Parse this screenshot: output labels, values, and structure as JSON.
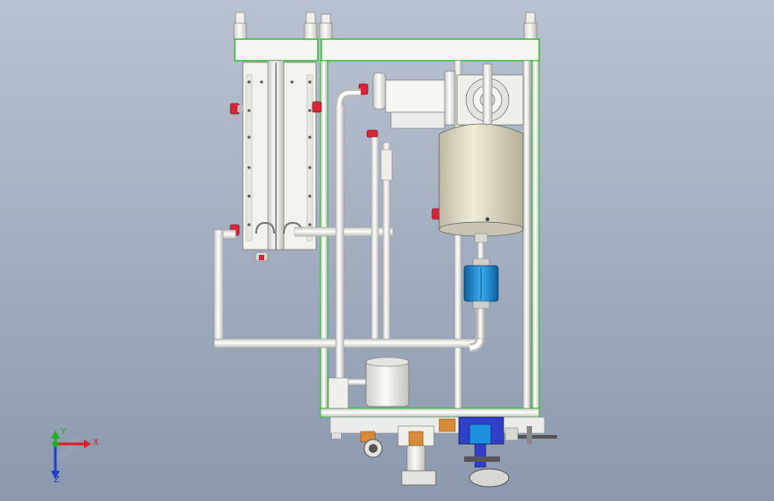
{
  "viewport": {
    "background_top": "#b9c2d0",
    "background_bottom": "#8b98ad",
    "selection_color": "#22c022"
  },
  "model": {
    "frame_color": "#f4f4f0",
    "tank_color": "#e6e3cf",
    "pipe_color": "#f2f2ee",
    "valve_red": "#d8253a",
    "filter_blue": "#1e8fd8",
    "pump_blue": "#3040c8",
    "fitting_orange": "#d88a3a"
  },
  "triad": {
    "x_label": "X",
    "y_label": "Y",
    "z_label": "Z",
    "x_color": "#e02020",
    "y_color": "#20b020",
    "z_color": "#2040d0"
  }
}
